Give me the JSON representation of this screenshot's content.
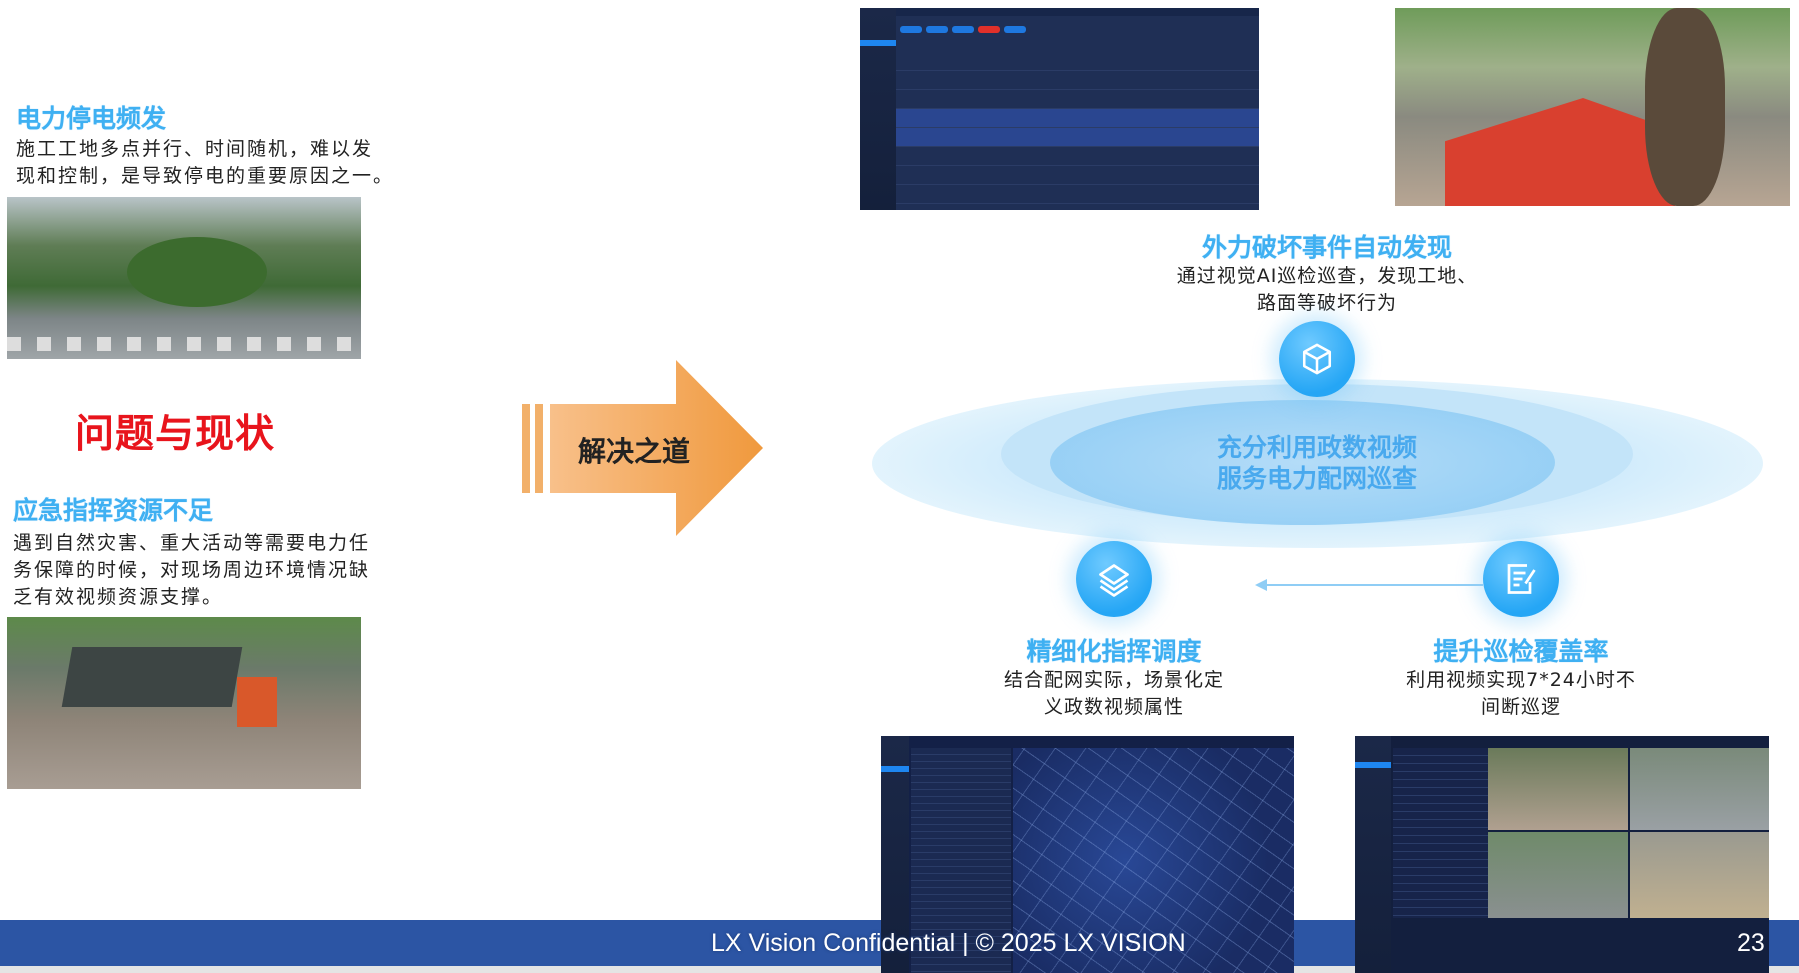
{
  "left": {
    "section1": {
      "title": "电力停电频发",
      "lines": [
        "施工工地多点并行、时间随机，难以发",
        "现和控制，是导致停电的重要原因之一。"
      ]
    },
    "main_title": "问题与现状",
    "section2": {
      "title": "应急指挥资源不足",
      "lines": [
        "遇到自然灾害、重大活动等需要电力任",
        "务保障的时候，对现场周边环境情况缺",
        "乏有效视频资源支撑。"
      ]
    }
  },
  "arrow": {
    "label": "解决之道",
    "color": "#f2a95a"
  },
  "center": {
    "lines": [
      "充分利用政数视频",
      "服务电力配网巡查"
    ]
  },
  "features": [
    {
      "title": "外力破坏事件自动发现",
      "lines": [
        "通过视觉AI巡检巡查，发现工地、",
        "路面等破坏行为"
      ],
      "icon": "cube-icon"
    },
    {
      "title": "精细化指挥调度",
      "lines": [
        "结合配网实际，场景化定",
        "义政数视频属性"
      ],
      "icon": "layers-icon"
    },
    {
      "title": "提升巡检覆盖率",
      "lines": [
        "利用视频实现7*24小时不",
        "间断巡逻"
      ],
      "icon": "edit-document-icon"
    }
  ],
  "footer": {
    "text": "LX Vision Confidential | © 2025 LX VISION",
    "page": "23",
    "color": "#2c55a4"
  },
  "colors": {
    "accent": "#3fb0f2",
    "title_red": "#e8141c"
  }
}
